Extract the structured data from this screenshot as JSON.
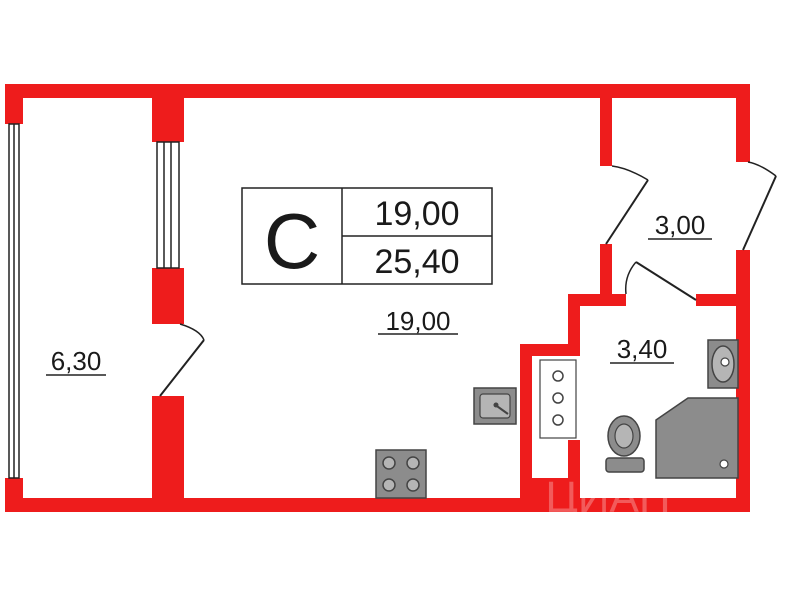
{
  "apartment": {
    "type_letter": "С",
    "living_area": "19,00",
    "total_area": "25,40"
  },
  "rooms": {
    "main_room_area": "19,00",
    "balcony_area": "6,30",
    "hallway_area": "3,00",
    "bathroom_area": "3,40"
  },
  "watermark": "ЦИАН",
  "colors": {
    "wall": "#ee1c1c",
    "fixture": "#8c8c8c",
    "fixture_dark": "#444444",
    "line": "#222222"
  },
  "icons": [
    "sink-icon",
    "stove-icon",
    "toilet-icon",
    "shower-icon",
    "washbasin-icon",
    "counter-icon"
  ]
}
